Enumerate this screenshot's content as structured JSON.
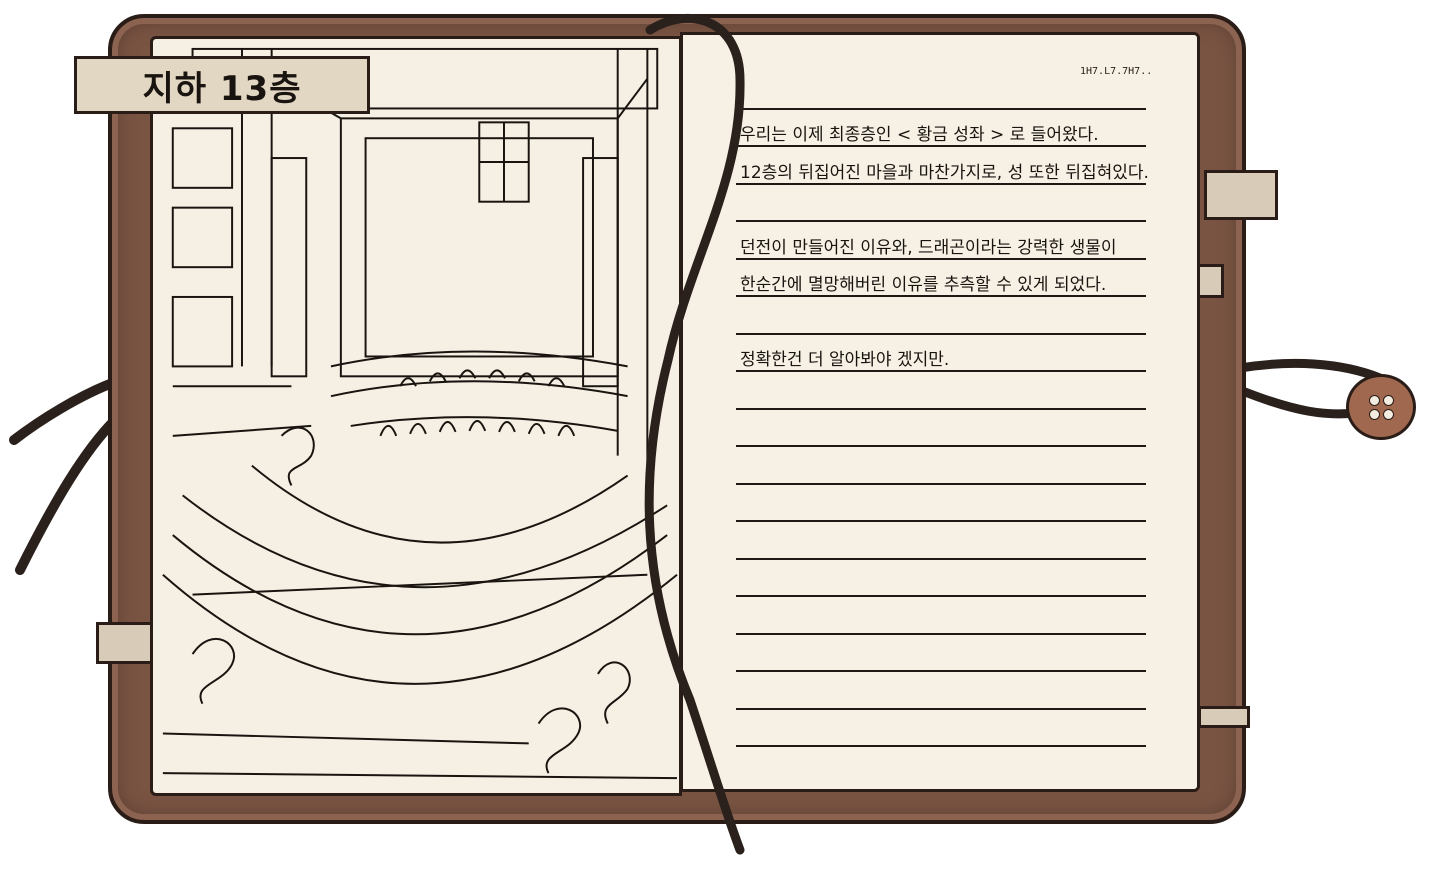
{
  "journal": {
    "location_title": "지하 13층",
    "date": "1H7.L7.7H7..",
    "entries": [
      "우리는 이제 최종층인 < 황금 성좌 > 로 들어왔다.",
      "12층의 뒤집어진 마을과 마찬가지로, 성 또한 뒤집혀있다.",
      "던전이 만들어진 이유와, 드래곤이라는 강력한 생물이",
      "한순간에 멸망해버린 이유를 추측할 수 있게 되었다.",
      "정확한건 더 알아봐야 겠지만."
    ]
  },
  "colors": {
    "cover": "#7a5443",
    "page": "#f5f0e3",
    "ink": "#1a1410",
    "strap": "#d8cbb8",
    "button": "#a0694f"
  }
}
